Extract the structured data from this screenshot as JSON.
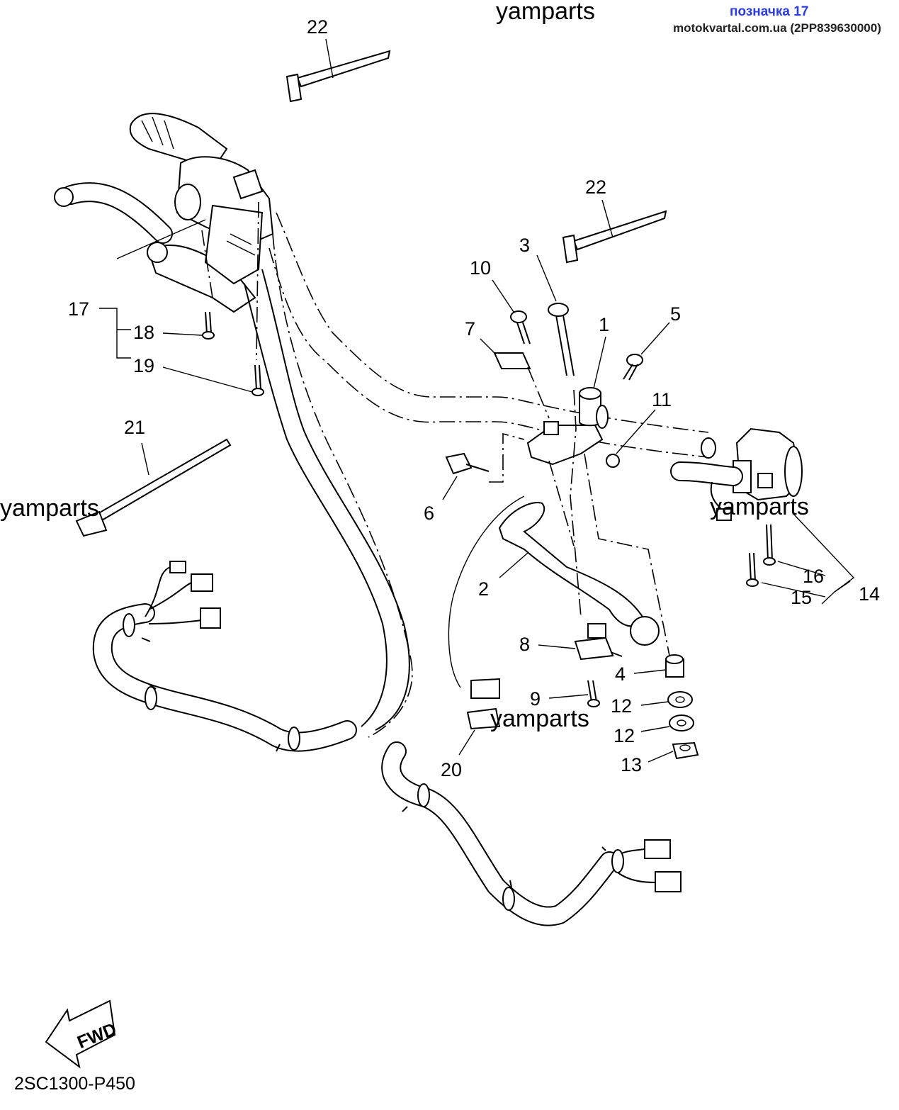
{
  "header": {
    "watermark_top": "yamparts",
    "badge": "позначка 17",
    "source": "motokvartal.com.ua (2PP839630000)"
  },
  "watermarks": [
    "yamparts",
    "yamparts",
    "yamparts"
  ],
  "callouts": {
    "c1": "1",
    "c2": "2",
    "c3": "3",
    "c4": "4",
    "c5": "5",
    "c6": "6",
    "c7": "7",
    "c8": "8",
    "c9": "9",
    "c10": "10",
    "c11": "11",
    "c12a": "12",
    "c12b": "12",
    "c13": "13",
    "c14": "14",
    "c15": "15",
    "c16": "16",
    "c17": "17",
    "c18": "18",
    "c19": "19",
    "c20": "20",
    "c21": "21",
    "c22a": "22",
    "c22b": "22"
  },
  "fwd_label": "FWD",
  "diagram_code": "2SC1300-P450",
  "icons": [
    "fwd-arrow-icon"
  ]
}
